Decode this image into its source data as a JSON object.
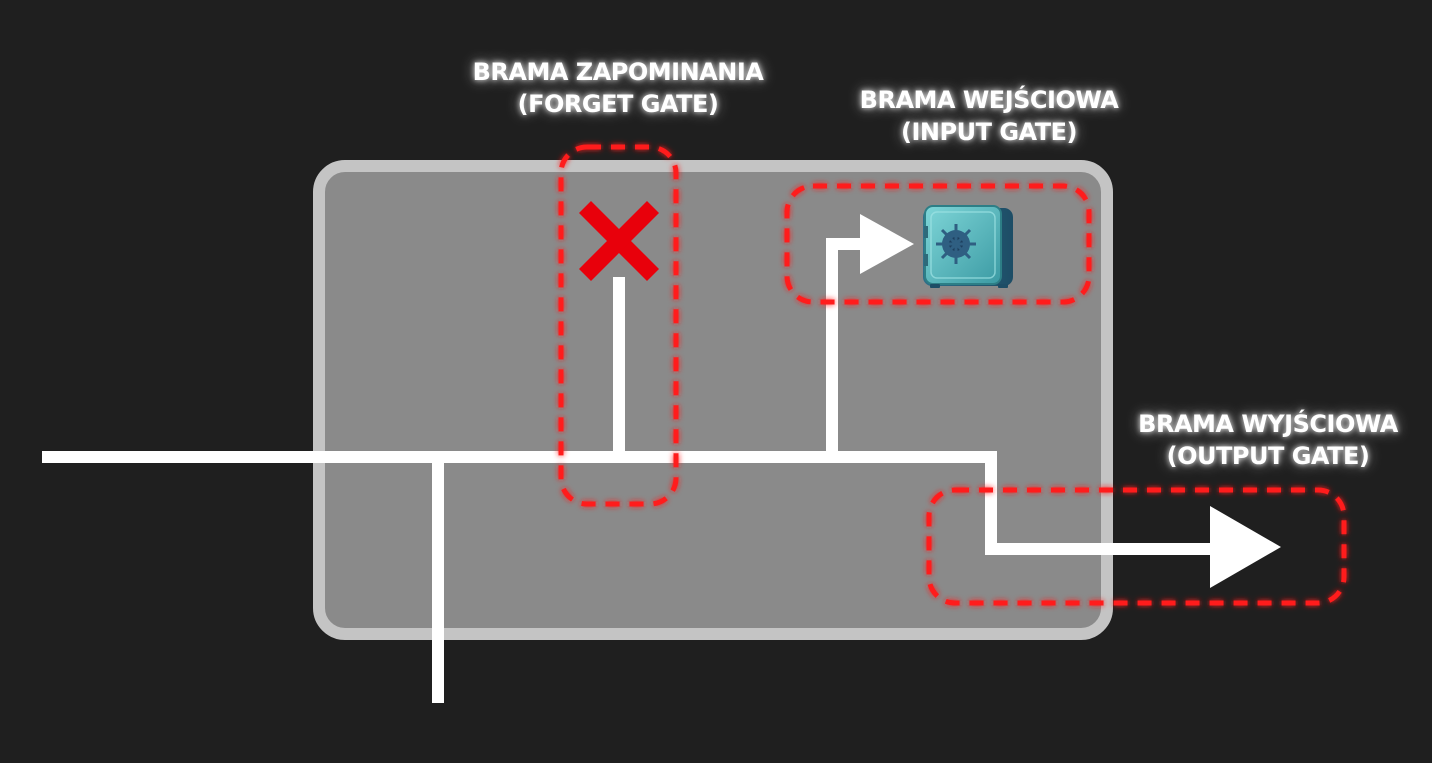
{
  "colors": {
    "background": "#1f1f1f",
    "cell_fill": "#8a8a8a",
    "cell_border": "#c4c4c4",
    "wire": "#ffffff",
    "gate_outline": "#ff1a1a",
    "forget_x": "#e8000b",
    "safe_body": "#4fb3b8"
  },
  "labels": {
    "forget_gate": {
      "line1": "BRAMA ZAPOMINANIA",
      "line2": "(FORGET GATE)"
    },
    "input_gate": {
      "line1": "BRAMA WEJŚCIOWA",
      "line2": "(INPUT GATE)"
    },
    "output_gate": {
      "line1": "BRAMA WYJŚCIOWA",
      "line2": "(OUTPUT GATE)"
    }
  },
  "icons": {
    "forget": "red-x-icon",
    "input": "safe-icon",
    "output": "arrow-right-icon"
  }
}
